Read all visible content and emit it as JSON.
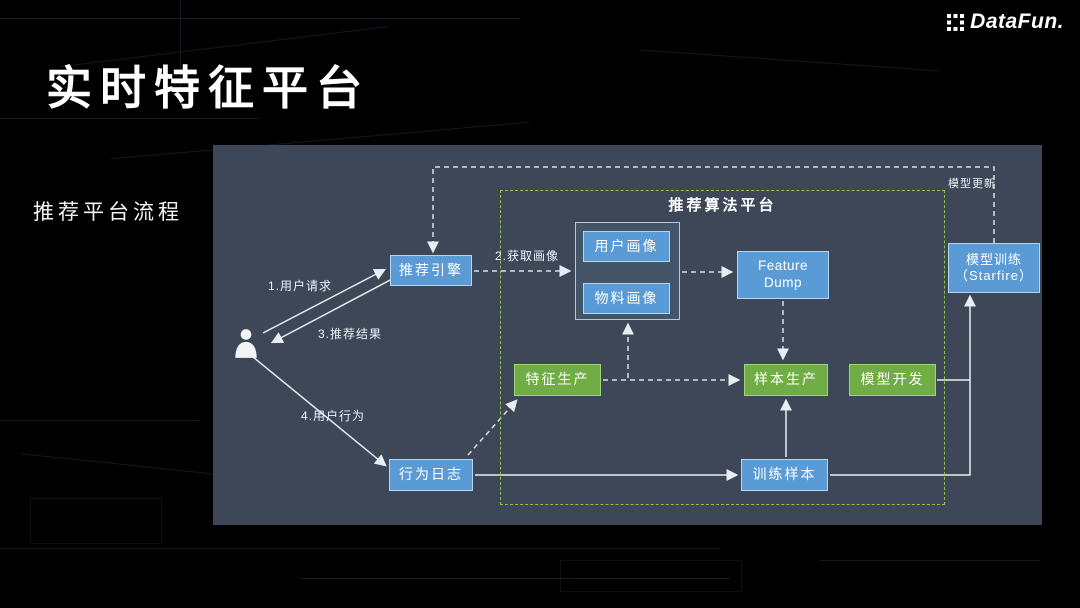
{
  "slide": {
    "title": "实时特征平台",
    "section_label": "推荐平台流程",
    "logo_text": "DataFun."
  },
  "diagram": {
    "group_label": "推荐算法平台",
    "nodes": {
      "engine": "推荐引擎",
      "user_profile": "用户画像",
      "item_profile": "物料画像",
      "feature_dump": {
        "line1": "Feature",
        "line2": "Dump"
      },
      "model_training": {
        "line1": "模型训练",
        "line2": "（Starfire）"
      },
      "feature_production": "特征生产",
      "sample_production": "样本生产",
      "model_development": "模型开发",
      "behavior_log": "行为日志",
      "training_samples": "训练样本"
    },
    "edge_labels": {
      "user_request": "1.用户请求",
      "fetch_profile": "2.获取画像",
      "recommend_result": "3.推荐结果",
      "user_behavior": "4.用户行为",
      "model_update": "模型更新"
    },
    "colors": {
      "panel_bg": "#3d4757",
      "blue_node": "#5b9bd5",
      "green_node": "#70ad47",
      "group_border": "#8fc04a",
      "line": "#e8edf3"
    }
  }
}
